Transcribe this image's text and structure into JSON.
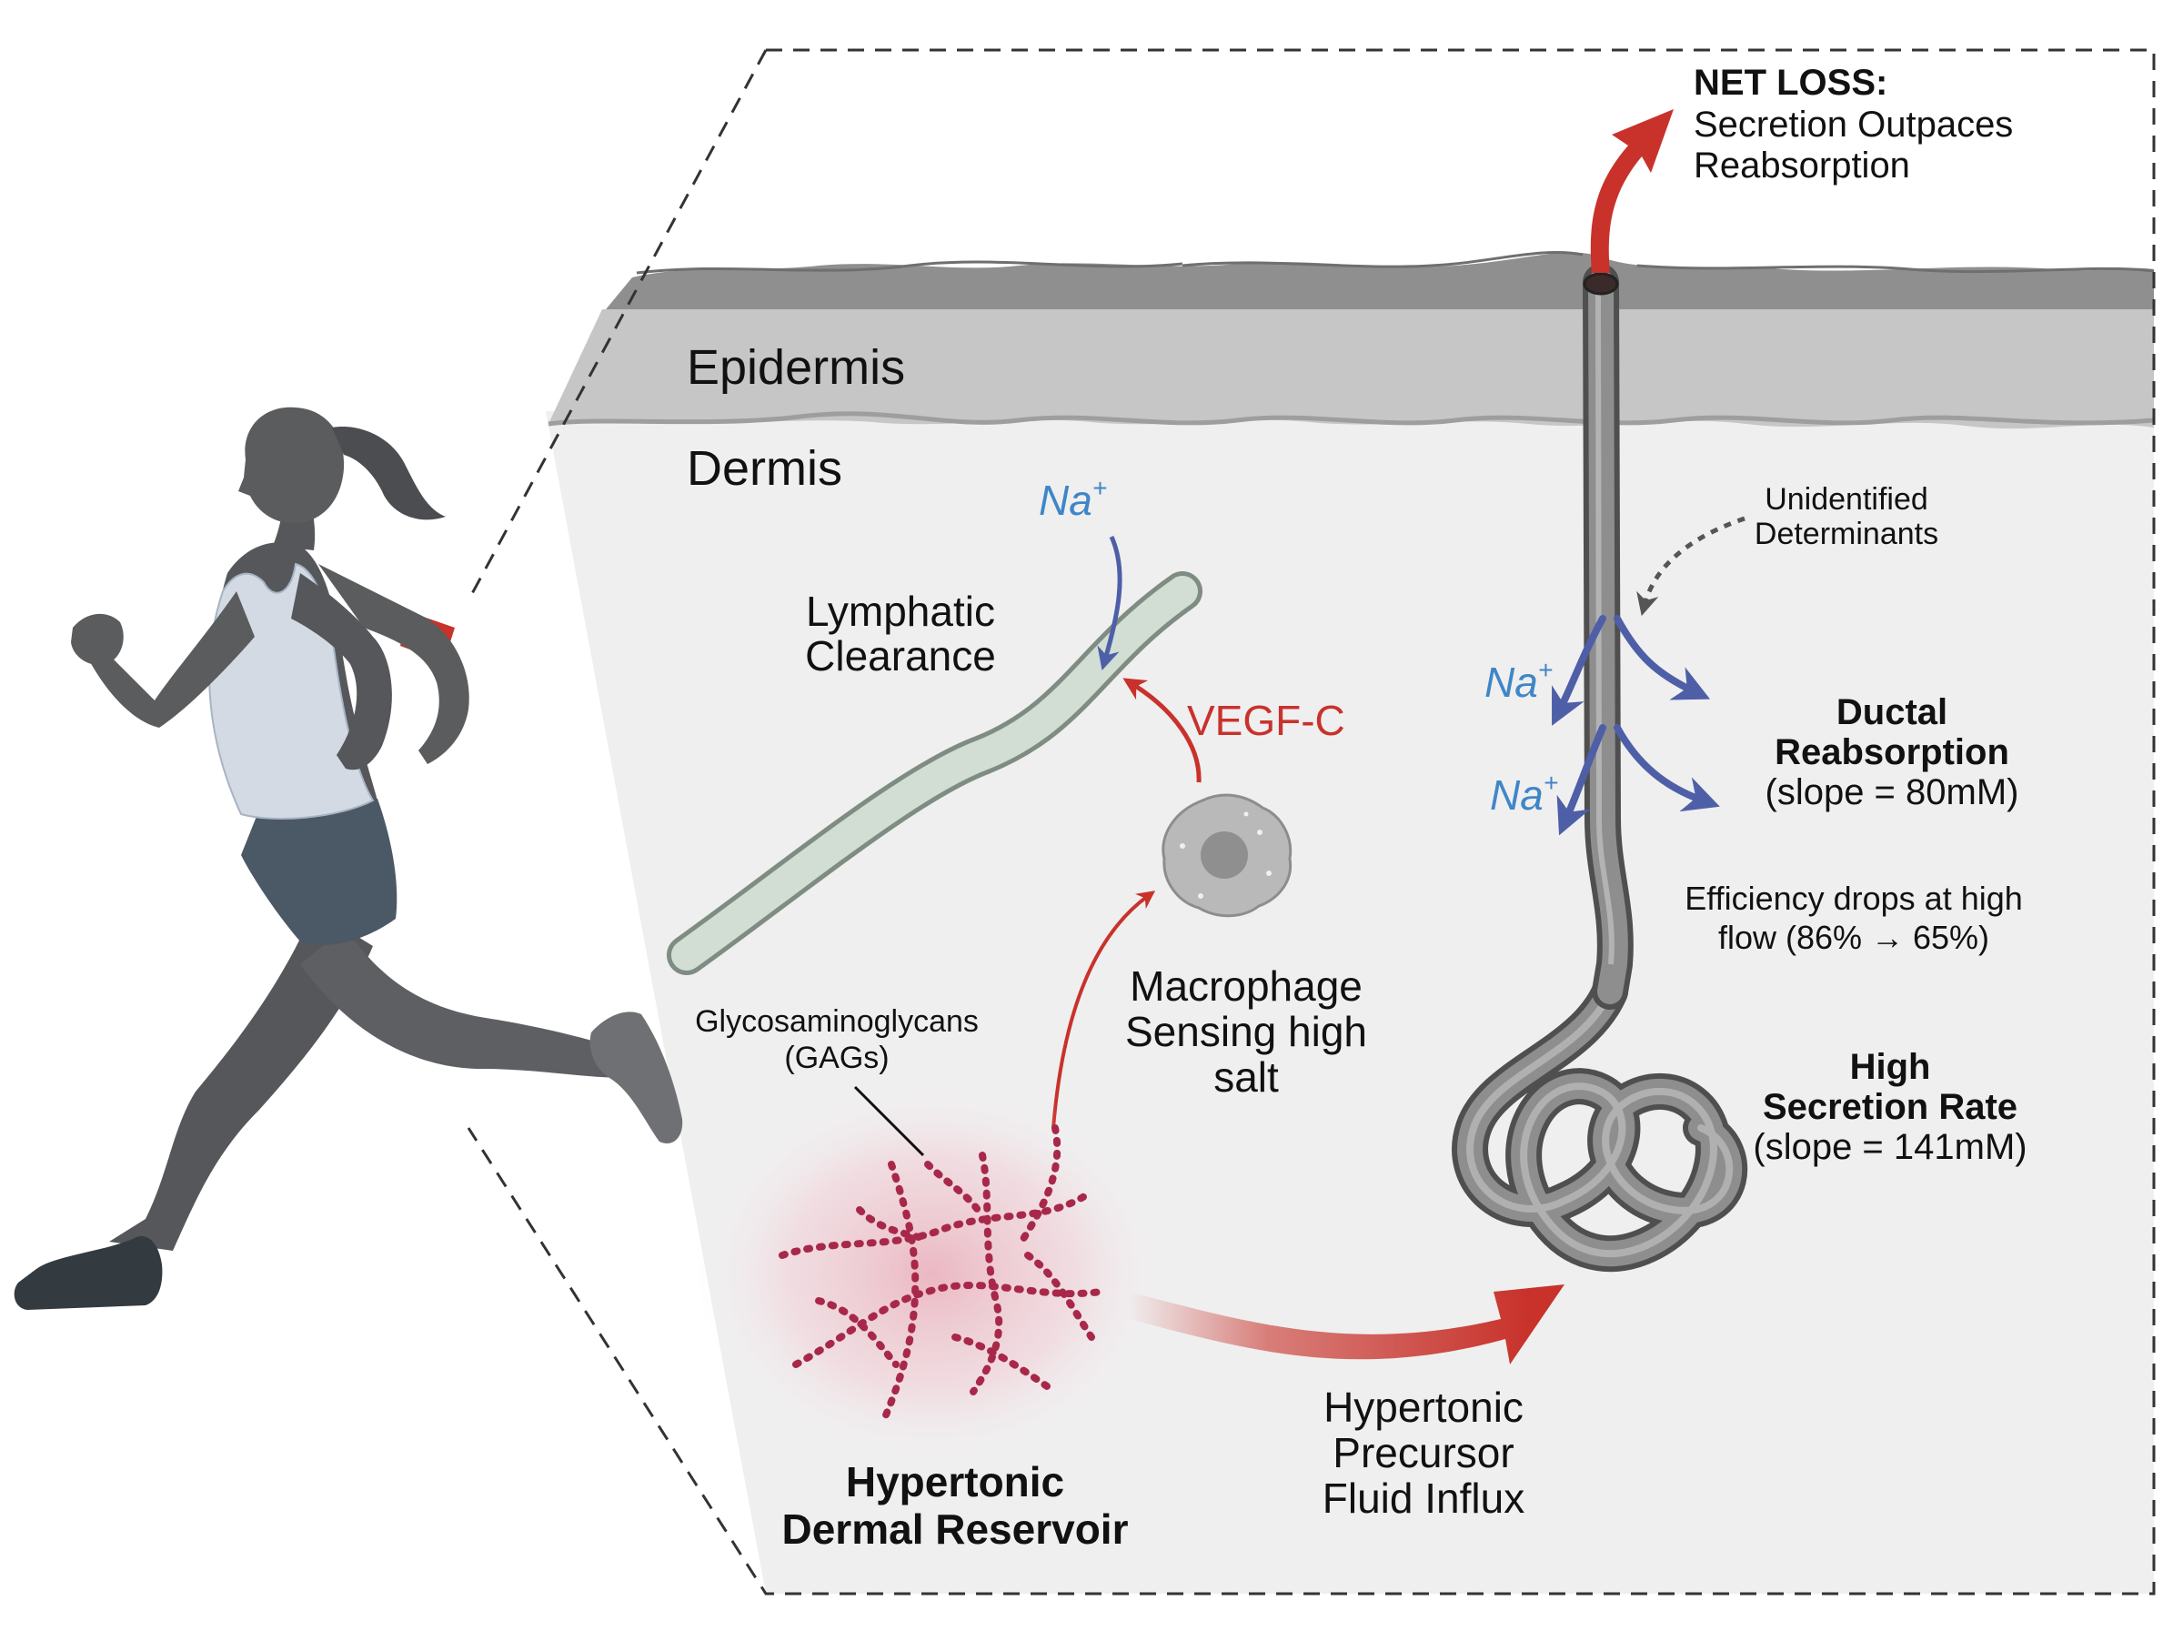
{
  "layers": {
    "epidermis": "Epidermis",
    "dermis": "Dermis"
  },
  "net_loss": {
    "heading": "NET LOSS:",
    "line1": "Secretion Outpaces",
    "line2": "Reabsorption"
  },
  "lymphatic": {
    "line1": "Lymphatic",
    "line2": "Clearance"
  },
  "ions": {
    "na_top": "Na",
    "na_left_upper": "Na",
    "na_left_lower": "Na",
    "superscript": "+"
  },
  "vegf": "VEGF-C",
  "macrophage": {
    "line1": "Macrophage",
    "line2": "Sensing high",
    "line3": "salt"
  },
  "gags": {
    "line1": "Glycosaminoglycans",
    "line2": "(GAGs)"
  },
  "reservoir": {
    "line1": "Hypertonic",
    "line2": "Dermal Reservoir"
  },
  "influx": {
    "line1": "Hypertonic",
    "line2": "Precursor",
    "line3": "Fluid Influx"
  },
  "determinants": {
    "line1": "Unidentified",
    "line2": "Determinants"
  },
  "ductal": {
    "line1": "Ductal",
    "line2": "Reabsorption",
    "line3": "(slope = 80mM)"
  },
  "efficiency": {
    "line1": "Efficiency drops at high",
    "line2": "flow (86% → 65%)"
  },
  "secretion": {
    "line1": "High",
    "line2": "Secretion Rate",
    "line3": "(slope = 141mM)"
  },
  "colors": {
    "red": "#c8322b",
    "blue": "#4e5fa8",
    "na_blue": "#3f86c8",
    "gag": "#a8284a",
    "skin_gray": "#b9b9b9",
    "dermis_bg": "#efefef",
    "runner_dark": "#5a5c5e"
  }
}
